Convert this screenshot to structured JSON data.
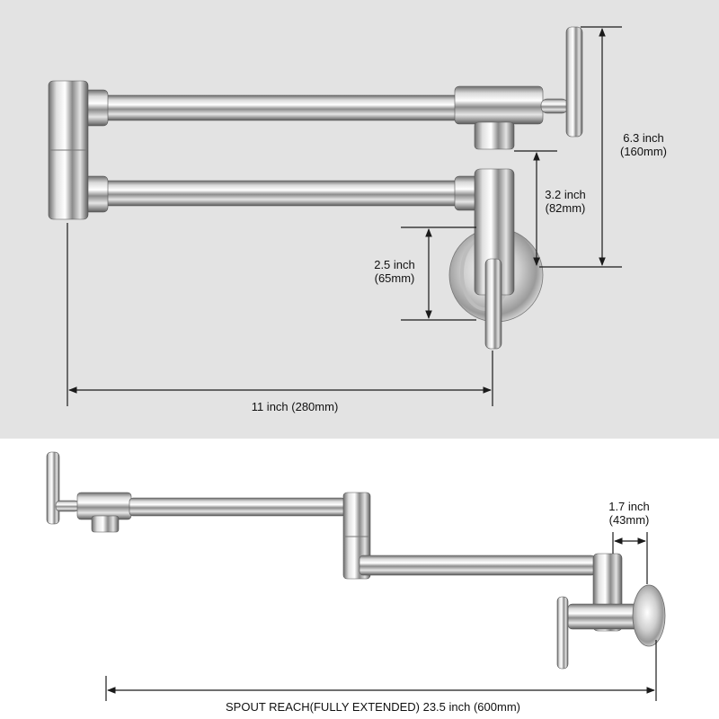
{
  "top_view": {
    "height_dim": {
      "line1": "6.3 inch",
      "line2": "(160mm)"
    },
    "spout_drop_dim": {
      "line1": "3.2 inch",
      "line2": "(82mm)"
    },
    "flange_dim": {
      "line1": "2.5 inch",
      "line2": "(65mm)"
    },
    "width_dim": "11 inch (280mm)"
  },
  "bottom_view": {
    "offset_dim": {
      "line1": "1.7 inch",
      "line2": "(43mm)"
    },
    "reach_dim": "SPOUT REACH(FULLY EXTENDED) 23.5 inch (600mm)"
  },
  "colors": {
    "top_background": "#e3e3e3",
    "bottom_background": "#ffffff",
    "chrome_dark": "#6e6e6e",
    "chrome_light": "#fafafa",
    "dimension_line": "#1a1a1a"
  }
}
